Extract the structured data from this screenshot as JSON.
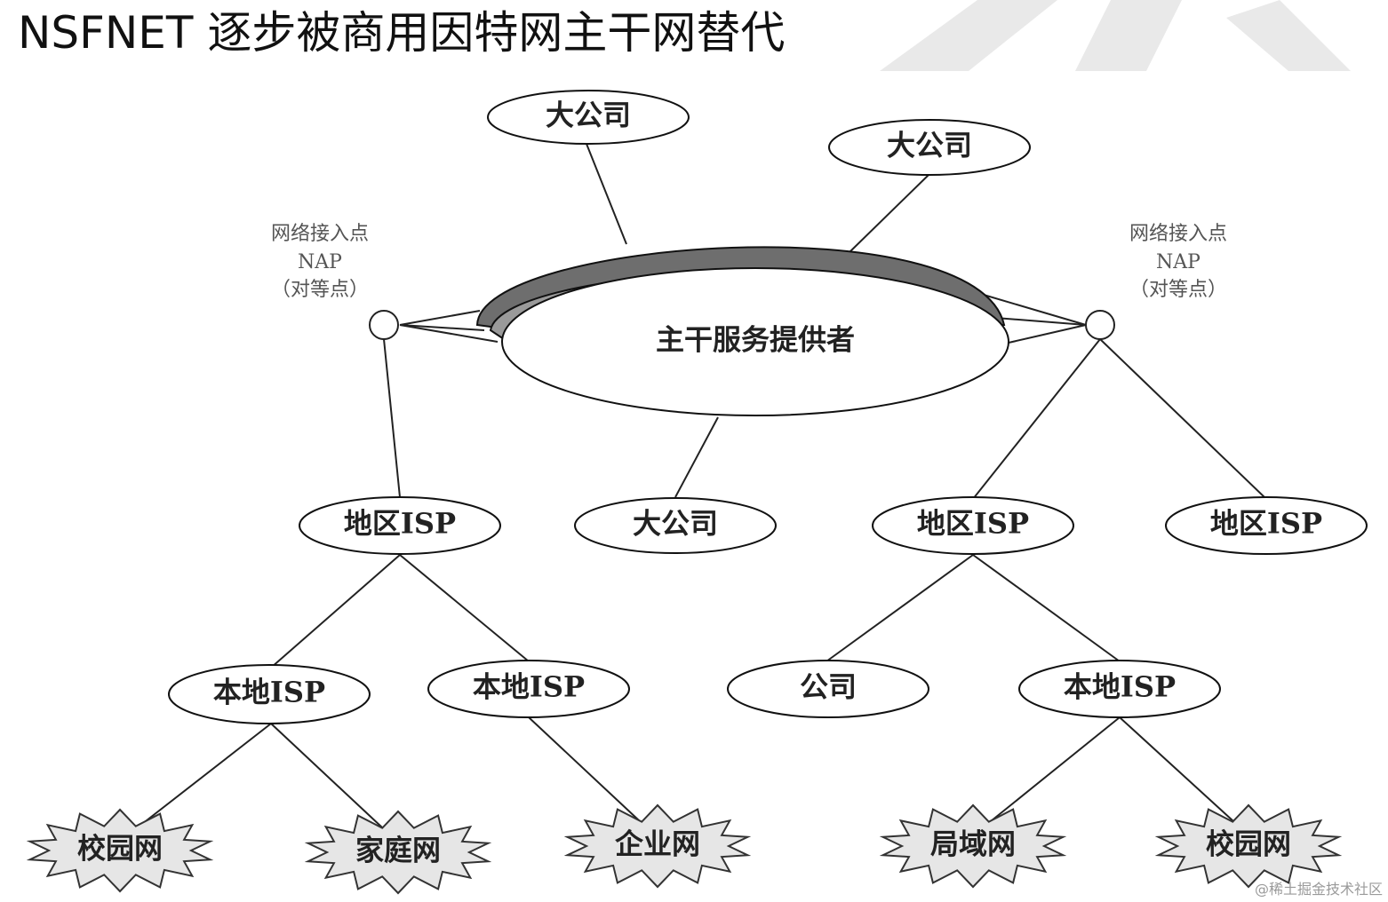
{
  "title": "NSFNET 逐步被商用因特网主干网替代",
  "backbone": {
    "label": "主干服务提供者"
  },
  "nap_left": {
    "line1": "网络接入点",
    "line2": "NAP",
    "line3": "（对等点）"
  },
  "nap_right": {
    "line1": "网络接入点",
    "line2": "NAP",
    "line3": "（对等点）"
  },
  "corp_top1": "大公司",
  "corp_top2": "大公司",
  "corp_mid": "大公司",
  "regional_isp_left": "地区ISP",
  "regional_isp_mid": "地区ISP",
  "regional_isp_right": "地区ISP",
  "local_isp_1": "本地ISP",
  "local_isp_2": "本地ISP",
  "local_isp_3": "本地ISP",
  "company": "公司",
  "nets": [
    "校园网",
    "家庭网",
    "企业网",
    "局域网",
    "校园网"
  ],
  "watermark": "@稀土掘金技术社区",
  "colors": {
    "backbone_band": "#6e6e6e",
    "backbone_band_light": "#9a9a9a",
    "star_fill": "#e6e6e6"
  }
}
